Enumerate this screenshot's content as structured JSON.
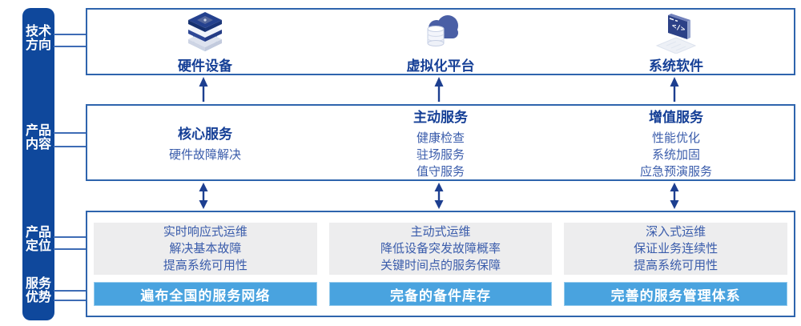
{
  "sidebar": {
    "items": [
      {
        "label": "技术\n方向"
      },
      {
        "label": "产品\n内容"
      },
      {
        "label": "产品\n定位"
      },
      {
        "label": "服务\n优势"
      }
    ]
  },
  "tech_directions": {
    "items": [
      {
        "icon": "server-stack-icon",
        "label": "硬件设备"
      },
      {
        "icon": "cloud-database-icon",
        "label": "虚拟化平台"
      },
      {
        "icon": "code-window-icon",
        "label": "系统软件"
      }
    ]
  },
  "product_content": {
    "columns": [
      {
        "title": "核心服务",
        "items": [
          "硬件故障解决"
        ]
      },
      {
        "title": "主动服务",
        "items": [
          "健康检查",
          "驻场服务",
          "值守服务"
        ]
      },
      {
        "title": "增值服务",
        "items": [
          "性能优化",
          "系统加固",
          "应急预演服务"
        ]
      }
    ]
  },
  "positioning_advantage": {
    "columns": [
      {
        "positioning": [
          "实时响应式运维",
          "解决基本故障",
          "提高系统可用性"
        ],
        "advantage": "遍布全国的服务网络"
      },
      {
        "positioning": [
          "主动式运维",
          "降低设备突发故障概率",
          "关键时间点的服务保障"
        ],
        "advantage": "完备的备件库存"
      },
      {
        "positioning": [
          "深入式运维",
          "保证业务连续性",
          "提高系统可用性"
        ],
        "advantage": "完善的服务管理体系"
      }
    ]
  },
  "colors": {
    "sidebar_bg": "#0f489c",
    "box_border": "#2e64ad",
    "title_text": "#153f96",
    "body_text": "#3a5cab",
    "gray_panel": "#ededee",
    "banner_bg": "#49a3df",
    "banner_text": "#ffffff",
    "arrow": "#1d3f90",
    "connector": "#3e6cb5"
  }
}
